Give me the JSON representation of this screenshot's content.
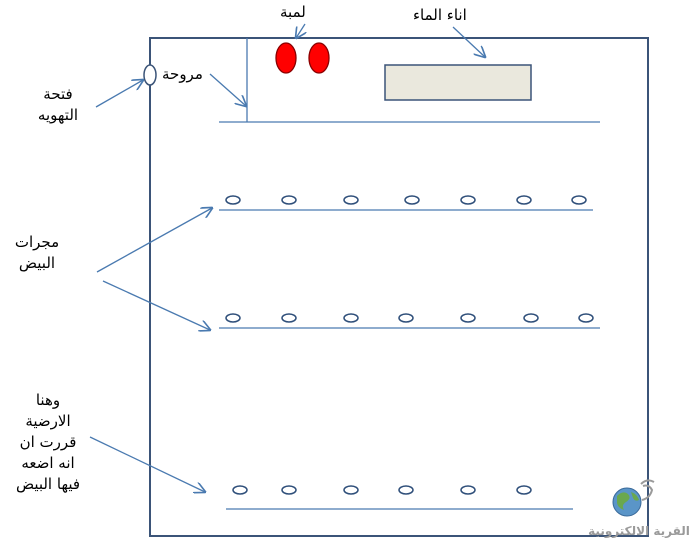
{
  "labels": {
    "lamp": "لمبة",
    "water_container": "اناء الماء",
    "fan": "مروحة",
    "vent_line1": "فتحة",
    "vent_line2": "التهويه",
    "trays_line1": "مجرات",
    "trays_line2": "البيض",
    "floor_line1": "وهنا",
    "floor_line2": "الارضية",
    "floor_line3": "قررت ان",
    "floor_line4": "انه اضعه",
    "floor_line5": "فيها البيض"
  },
  "watermark": {
    "text": "القرية الالكترونية"
  },
  "colors": {
    "box_border": "#3b5478",
    "shelf_line": "#4a7ab0",
    "arrow": "#4a7ab0",
    "lamp_fill": "#ff0000",
    "lamp_stroke": "#8a0000",
    "water_fill": "#eae8dd",
    "egg_stroke": "#2f4f7a"
  }
}
